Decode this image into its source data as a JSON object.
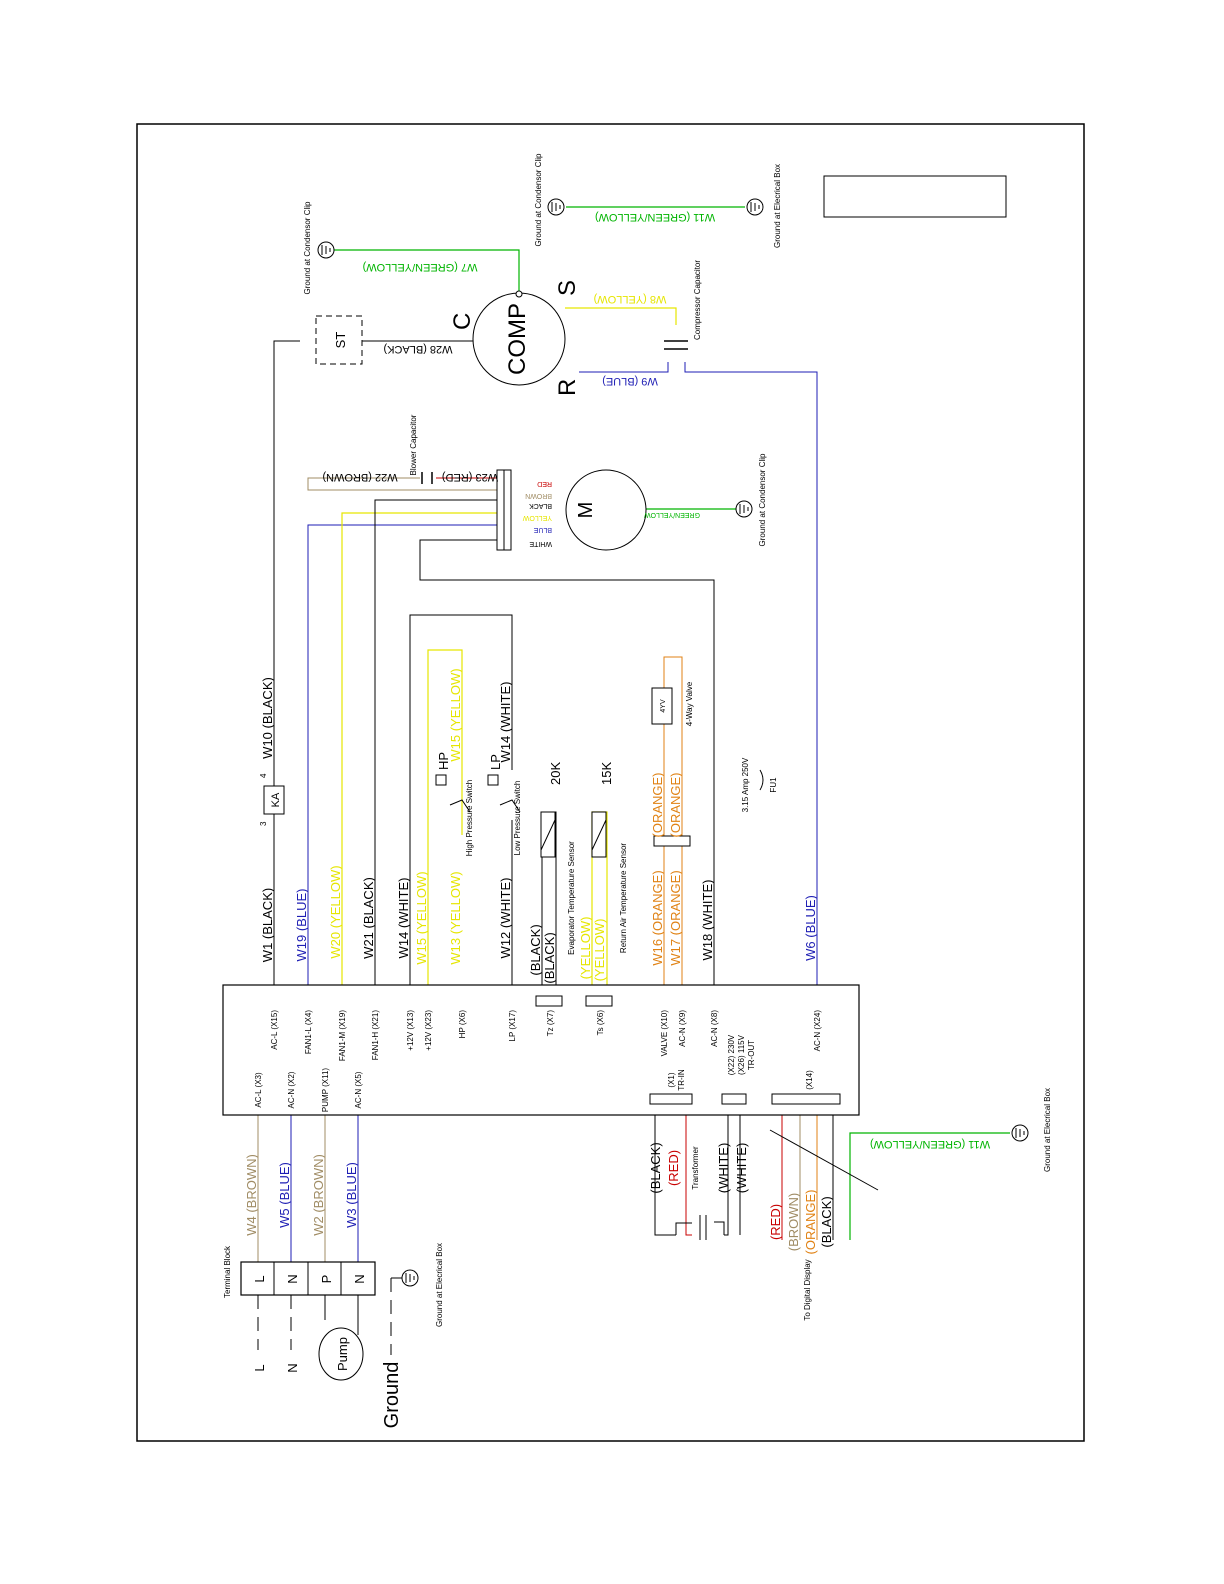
{
  "colors": {
    "black": "#000000",
    "blue": "#1e1eb4",
    "yellow": "#e6e600",
    "brown": "#a08c64",
    "green": "#00b400",
    "red": "#c80000",
    "orange": "#e08214"
  },
  "compressor": {
    "name": "COMP",
    "c": "C",
    "s": "S",
    "r": "R",
    "w28": "W28 (BLACK)",
    "w7": "W7 (GREEN/YELLOW)",
    "w8": "W8 (YELLOW)",
    "w9": "W9 (BLUE)",
    "capacitor": "Compressor Capacitor",
    "ground": "Ground at Condensor Clip",
    "st": "ST"
  },
  "top_right": {
    "w11": "W11 (GREEN/YELLOW)",
    "ground_clip": "Ground at Condensor Clip",
    "ground_box": "Ground at Elecrical Box"
  },
  "blower": {
    "motor": "M",
    "capacitor": "Blower Capacitor",
    "w22": "W22 (BROWN)",
    "w23": "W23 (RED)",
    "red": "RED",
    "brown": "BROWN",
    "black": "BLACK",
    "yellow": "YELLOW",
    "blue": "BLUE",
    "white": "WHITE",
    "green_yellow": "GREEN/YELLOW",
    "ground": "Ground at Condensor Clip"
  },
  "wires": {
    "w1": "W1 (BLACK)",
    "w10": "W10 (BLACK)",
    "ka": "KA",
    "ka3": "3",
    "ka4": "4",
    "w19": "W19 (BLUE)",
    "w20": "W20 (YELLOW)",
    "w21": "W21 (BLACK)",
    "w14": "W14 (WHITE)",
    "w15": "W15 (YELLOW)",
    "w13": "W13 (YELLOW)",
    "w15b": "W15 (YELLOW)",
    "w12": "W12 (WHITE)",
    "w14b": "W14 (WHITE)",
    "hp": "HP",
    "hp_switch": "High Pressure Switch",
    "lp": "LP",
    "lp_switch": "Low Pressure Switch",
    "black1": "(BLACK)",
    "black2": "(BLACK)",
    "evap": "Evaporator Temperature Sensor",
    "k20": "20K",
    "yellow1": "(YELLOW)",
    "yellow2": "(YELLOW)",
    "ret": "Return Air Temperature Sensor",
    "k15": "15K",
    "w16": "W16 (ORANGE)",
    "w17": "W17 (ORANGE)",
    "orange1": "(ORANGE)",
    "orange2": "(ORANGE)",
    "valve": "4-Way Valve",
    "v4yv": "4YV",
    "fuse": "3.15 Amp 250V",
    "fu1": "FU1",
    "w18": "W18 (WHITE)",
    "w6": "W6 (BLUE)"
  },
  "board_top": [
    "AC-L (X15)",
    "FAN1-L (X4)",
    "FAN1-M (X19)",
    "FAN1-H (X21)",
    "+12V (X13)",
    "+12V (X23)",
    "HP (X6)",
    "LP (X17)",
    "Tz (X7)",
    "Ts (X6)",
    "VALVE (X10)",
    "AC-N (X9)",
    "AC-N (X8)",
    "AC-N (X24)"
  ],
  "board_bottom": {
    "acl3": "AC-L (X3)",
    "acn2": "AC-N (X2)",
    "pump11": "PUMP (X11)",
    "acn5": "AC-N (X5)",
    "x1": "(X1)",
    "trin": "TR-IN",
    "x22": "(X22) 230V",
    "x26": "(X26) 115V",
    "trout": "TR-OUT",
    "x14": "(X14)"
  },
  "bottom_wires": {
    "w4": "W4 (BROWN)",
    "w5": "W5 (BLUE)",
    "w2": "W2 (BROWN)",
    "w3": "W3 (BLUE)",
    "terminal": "Terminal Block",
    "l": "L",
    "n": "N",
    "p": "P",
    "n2": "N",
    "line_l": "L",
    "line_n": "N",
    "pump": "Pump",
    "ground": "Ground",
    "ground_box": "Ground at Elecrical Box"
  },
  "transformer": {
    "black": "(BLACK)",
    "red": "(RED)",
    "label": "Transformer",
    "white1": "(WHITE)",
    "white2": "(WHITE)"
  },
  "display": {
    "red": "(RED)",
    "brown": "(BROWN)",
    "orange": "(ORANGE)",
    "black": "(BLACK)",
    "label": "To Digital Display"
  },
  "bottom_right": {
    "w11": "W11 (GREEN/YELLOW)",
    "ground_box": "Ground at Elecrical Box"
  }
}
